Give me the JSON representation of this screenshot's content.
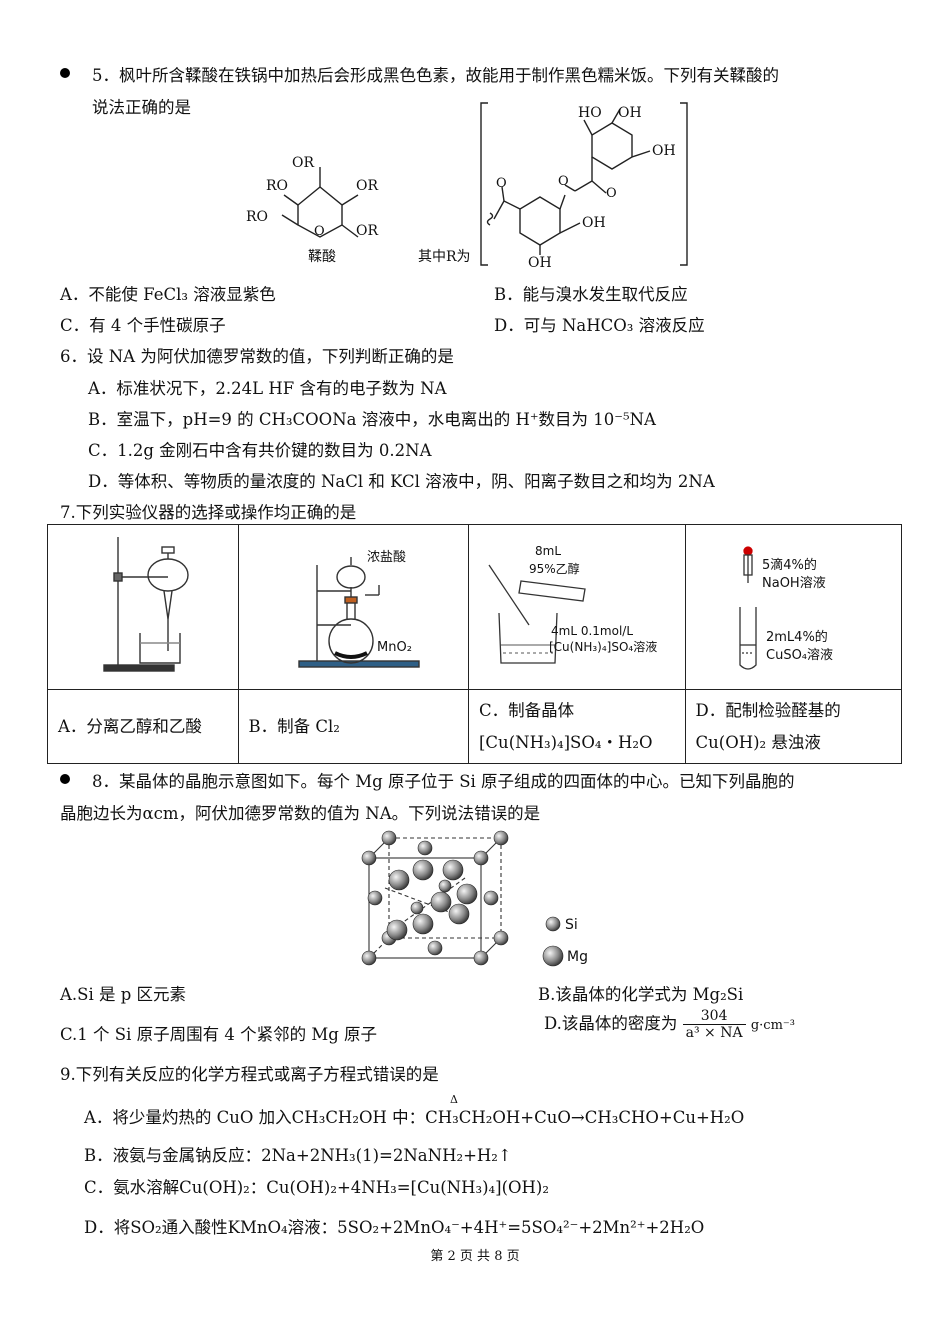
{
  "q5": {
    "stem_line1": "5．枫叶所含鞣酸在铁锅中加热后会形成黑色色素，故能用于制作黑色糯米饭。下列有关鞣酸的",
    "stem_line2": "说法正确的是",
    "structure": {
      "name": "鞣酸",
      "substituent_caption": "其中R为",
      "labels": {
        "or1": "OR",
        "or2": "RO",
        "or3": "OR",
        "or4": "RO",
        "or5": "OR",
        "ho1": "HO",
        "oh1": "OH",
        "oh2": "OH",
        "oh3": "OH",
        "oh4": "OH"
      }
    },
    "options": {
      "A": "A．不能使 FeCl₃ 溶液显紫色",
      "B": "B．能与溴水发生取代反应",
      "C": "C．有 4 个手性碳原子",
      "D": "D．可与 NaHCO₃ 溶液反应"
    }
  },
  "q6": {
    "stem": "6．设 NA 为阿伏加德罗常数的值，下列判断正确的是",
    "options": {
      "A": "A．标准状况下，2.24L HF 含有的电子数为 NA",
      "B": "B．室温下，pH=9 的 CH₃COONa 溶液中，水电离出的 H⁺数目为 10⁻⁵NA",
      "C": "C．1.2g 金刚石中含有共价键的数目为 0.2NA",
      "D": "D．等体积、等物质的量浓度的 NaCl 和 KCl 溶液中，阴、阳离子数目之和均为 2NA"
    }
  },
  "q7": {
    "stem": "7.下列实验仪器的选择或操作均正确的是",
    "figure_labels": {
      "b_acid": "浓盐酸",
      "b_mno2": "MnO₂",
      "c_l1": "8mL",
      "c_l2": "95%乙醇",
      "c_l3": "4mL 0.1mol/L",
      "c_l4": "[Cu(NH₃)₄]SO₄溶液",
      "d_l1": "5滴4%的",
      "d_l2": "NaOH溶液",
      "d_l3": "2mL4%的",
      "d_l4": "CuSO₄溶液"
    },
    "options": {
      "A": "A．分离乙醇和乙酸",
      "B": "B．制备 Cl₂",
      "C1": "C．制备晶体",
      "C2": "[Cu(NH₃)₄]SO₄・H₂O",
      "D1": "D．配制检验醛基的",
      "D2": "Cu(OH)₂ 悬浊液"
    }
  },
  "q8": {
    "stem_line1": "8．某晶体的晶胞示意图如下。每个 Mg 原子位于 Si 原子组成的四面体的中心。已知下列晶胞的",
    "stem_line2": "晶胞边长为αcm，阿伏加德罗常数的值为 NA。下列说法错误的是",
    "legend": {
      "si": "Si",
      "mg": "Mg"
    },
    "options": {
      "A": "A.Si 是 p 区元素",
      "B": "B.该晶体的化学式为 Mg₂Si",
      "C": "C.1 个 Si 原子周围有 4 个紧邻的 Mg 原子",
      "D_prefix": "D.该晶体的密度为",
      "D_num": "304",
      "D_den": "a³ × NA",
      "D_unit": "g·cm⁻³"
    }
  },
  "q9": {
    "stem": "9.下列有关反应的化学方程式或离子方程式错误的是",
    "options": {
      "A": "A．将少量灼热的 CuO 加入CH₃CH₂OH 中：CH₃CH₂OH+CuO→CH₃CHO+Cu+H₂O",
      "A_delta": "Δ",
      "B": "B．液氨与金属钠反应：2Na+2NH₃(1)=2NaNH₂+H₂↑",
      "C": "C．氨水溶解Cu(OH)₂：Cu(OH)₂+4NH₃=[Cu(NH₃)₄](OH)₂",
      "D": "D．将SO₂通入酸性KMnO₄溶液：5SO₂+2MnO₄⁻+4H⁺=5SO₄²⁻+2Mn²⁺+2H₂O"
    }
  },
  "footer": "第 2 页 共 8 页"
}
